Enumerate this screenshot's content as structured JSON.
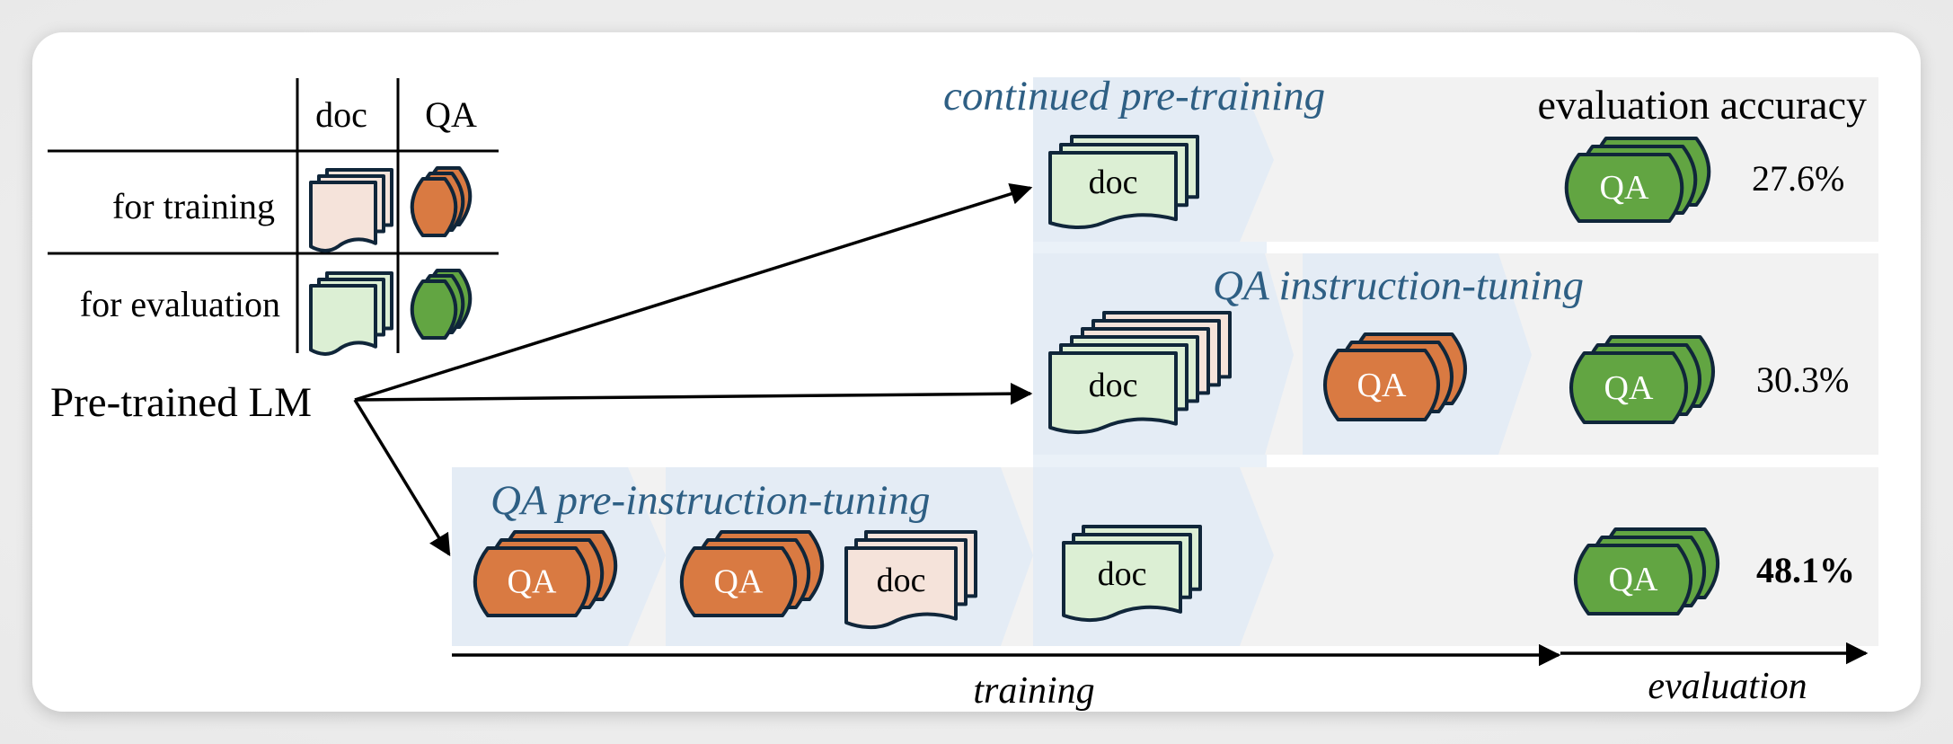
{
  "legend": {
    "col_headers": [
      "doc",
      "QA"
    ],
    "rows": [
      {
        "label": "for training",
        "doc_color": "#f5e3da",
        "qa_color": "#d97a42"
      },
      {
        "label": "for evaluation",
        "doc_color": "#dcefd4",
        "qa_color": "#62a542"
      }
    ]
  },
  "model": {
    "label": "Pre-trained LM"
  },
  "colors": {
    "stage_band": "#e4ecf5",
    "row_band": "#f2f2f2",
    "stage_title": "#2e5f84",
    "icon_stroke": "#10263a",
    "doc_train": "#f5e3da",
    "doc_eval": "#dcefd4",
    "qa_train": "#d97a42",
    "qa_eval": "#62a542"
  },
  "header": {
    "evaluation_accuracy": "evaluation accuracy"
  },
  "pipelines": [
    {
      "name": "continued pre-training",
      "title": "continued pre-training",
      "steps": [
        {
          "items": [
            {
              "type": "doc",
              "set": "eval",
              "label": "doc"
            }
          ]
        }
      ],
      "evaluation": {
        "label": "QA",
        "accuracy": "27.6%",
        "bold": false
      }
    },
    {
      "name": "QA instruction-tuning",
      "title": "QA instruction-tuning",
      "steps": [
        {
          "items": [
            {
              "type": "doc",
              "set": "mixed",
              "label": "doc"
            }
          ]
        },
        {
          "items": [
            {
              "type": "qa",
              "set": "train",
              "label": "QA"
            }
          ]
        }
      ],
      "evaluation": {
        "label": "QA",
        "accuracy": "30.3%",
        "bold": false
      }
    },
    {
      "name": "QA pre-instruction-tuning",
      "title": "QA pre-instruction-tuning",
      "steps": [
        {
          "items": [
            {
              "type": "qa",
              "set": "train",
              "label": "QA"
            }
          ]
        },
        {
          "items": [
            {
              "type": "qa",
              "set": "train",
              "label": "QA"
            },
            {
              "type": "doc",
              "set": "train",
              "label": "doc"
            }
          ]
        },
        {
          "items": [
            {
              "type": "doc",
              "set": "eval",
              "label": "doc"
            }
          ]
        }
      ],
      "evaluation": {
        "label": "QA",
        "accuracy": "48.1%",
        "bold": true
      }
    }
  ],
  "axes": {
    "training": "training",
    "evaluation": "evaluation"
  }
}
